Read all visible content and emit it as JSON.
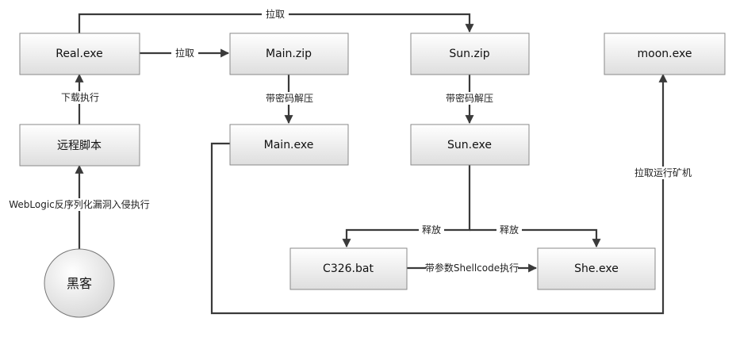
{
  "nodes": {
    "real": "Real.exe",
    "remote": "远程脚本",
    "hacker": "黑客",
    "main_zip": "Main.zip",
    "main_exe": "Main.exe",
    "sun_zip": "Sun.zip",
    "sun_exe": "Sun.exe",
    "moon": "moon.exe",
    "c326": "C326.bat",
    "she": "She.exe"
  },
  "edges": {
    "pull_top": "拉取",
    "pull_main": "拉取",
    "download_exec": "下载执行",
    "weblogic": "WebLogic反序列化漏洞入侵执行",
    "unzip_main": "带密码解压",
    "unzip_sun": "带密码解压",
    "release_left": "释放",
    "release_right": "释放",
    "shellcode": "带参数Shellcode执行",
    "pull_miner": "拉取运行矿机"
  }
}
